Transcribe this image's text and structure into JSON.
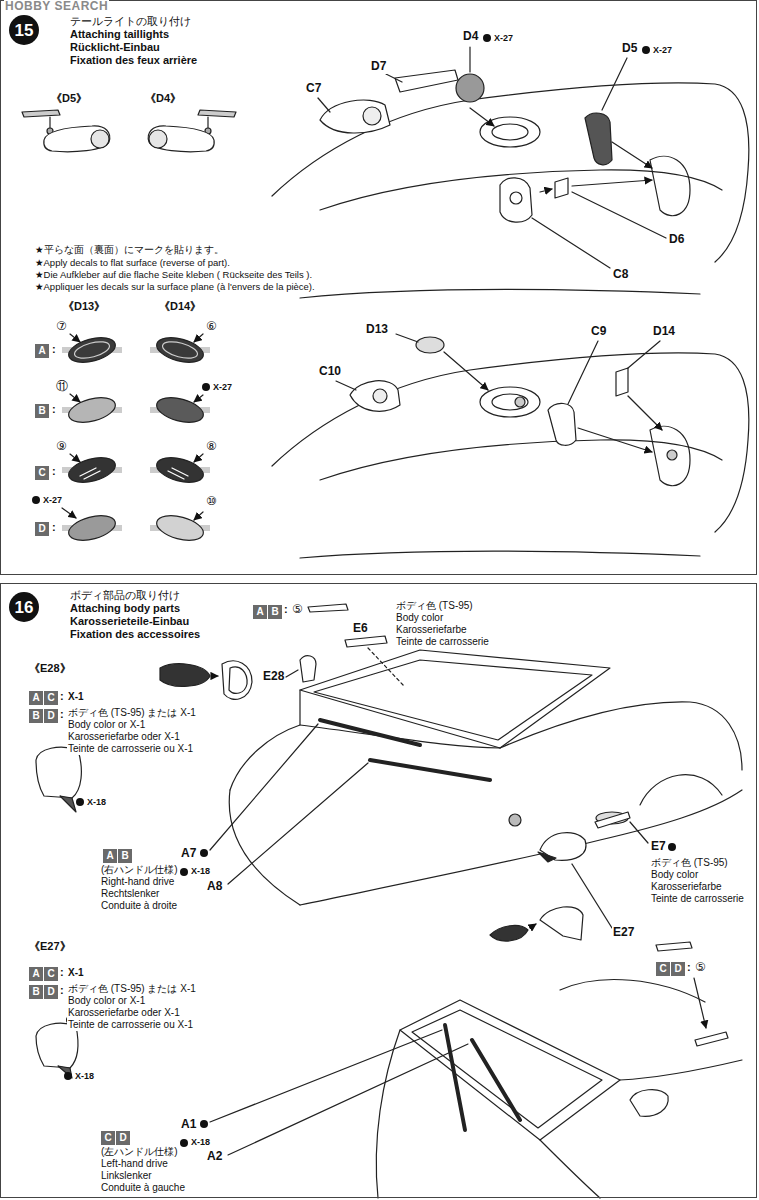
{
  "diagram": {
    "nodes": [
      {
        "text": [
          "テールライトの取り付け",
          "Attaching taillights",
          "Rücklicht-Einbau",
          "Fixation des feux arrière"
        ]
      },
      {
        "text": [
          "15"
        ],
        "in": 0
      },
      {
        "text": [
          "A"
        ],
        "in": 0
      },
      {
        "text": [
          "B"
        ],
        "in": 0
      },
      {
        "text": [
          "C"
        ],
        "in": 0
      },
      {
        "text": [
          "D"
        ],
        "in": 0
      },
      {
        "text": [
          "ボディ部品の取り付け",
          "Attaching body parts",
          "Karosserieteile-Einbau",
          "Fixation des accessoires"
        ]
      },
      {
        "text": [
          "16"
        ],
        "in": 6
      },
      {
        "text": [
          "A"
        ],
        "in": 6
      },
      {
        "text": [
          "B"
        ],
        "in": 6
      },
      {
        "text": [
          "A"
        ],
        "in": 6
      },
      {
        "text": [
          "C"
        ],
        "in": 6
      },
      {
        "text": [
          "B"
        ],
        "in": 6
      },
      {
        "text": [
          "D"
        ],
        "in": 6
      },
      {
        "text": [
          "A"
        ],
        "in": 6
      },
      {
        "text": [
          "B"
        ],
        "in": 6
      },
      {
        "text": [
          "A"
        ],
        "in": 6
      },
      {
        "text": [
          "C"
        ],
        "in": 6
      },
      {
        "text": [
          "B"
        ],
        "in": 6
      },
      {
        "text": [
          "D"
        ],
        "in": 6
      },
      {
        "text": [
          "C"
        ],
        "in": 6
      },
      {
        "text": [
          "D"
        ],
        "in": 6
      },
      {
        "text": [
          "C"
        ],
        "in": 6
      },
      {
        "text": [
          "D"
        ],
        "in": 6
      }
    ],
    "labels": [
      "HOBBY SEARCH",
      "《D5》",
      "《D4》",
      "★平らな面（裏面）にマークを貼ります。",
      "★Apply decals to flat surface (reverse of part).",
      "★Die Aufkleber auf die flache Seite kleben ( Rückseite des Teils ).",
      "★Appliquer les decals sur la surface plane (à l'envers de la pièce).",
      "《D13》",
      "《D14》",
      ":",
      "⑦",
      "⑥",
      ":",
      "⑪",
      "X-27",
      ":",
      "⑨",
      "⑧",
      ":",
      "X-27",
      "⑩",
      "D4",
      "X-27",
      "D5",
      "X-27",
      "D7",
      "C7",
      "D6",
      "C8",
      "D13",
      "C10",
      "C9",
      "D14",
      ":",
      "⑤",
      "ボディ色 (TS-95)",
      "Body color",
      "Karosseriefarbe",
      "Teinte de carrosserie",
      "E6",
      "《E28》",
      ":",
      "X-1",
      ":",
      "ボディ色 (TS-95) または X-1",
      "Body color or X-1",
      "Karosseriefarbe oder X-1",
      "Teinte de carrosserie ou X-1",
      "X-18",
      "E28",
      "(右ハンドル仕様)",
      "Right-hand drive",
      "Rechtslenker",
      "Conduite à droite",
      "A7",
      "X-18",
      "A8",
      "E7",
      "ボディ色 (TS-95)",
      "Body color",
      "Karosseriefarbe",
      "Teinte de carrosserie",
      "E27",
      "《E27》",
      ":",
      "X-1",
      ":",
      "ボディ色 (TS-95) または X-1",
      "Body color or X-1",
      "Karosseriefarbe oder X-1",
      "Teinte de carrosserie ou X-1",
      "X-18",
      ":",
      "⑤",
      "(左ハンドル仕様)",
      "Left-hand drive",
      "Linkslenker",
      "Conduite à gauche",
      "A1",
      "X-18",
      "A2"
    ]
  }
}
